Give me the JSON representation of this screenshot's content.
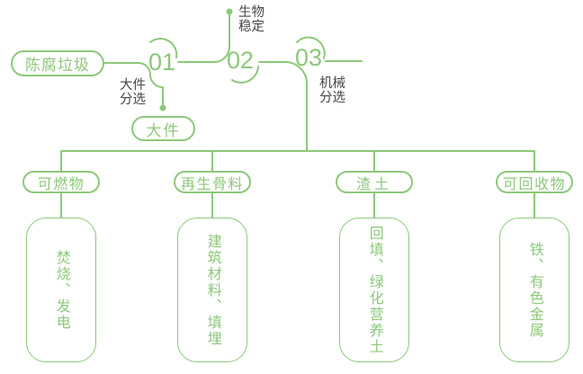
{
  "colors": {
    "accent": "#8CC87A",
    "label_text": "#474747",
    "background": "#FFFFFF"
  },
  "diagram": {
    "source": "陈腐垃圾",
    "steps": [
      {
        "num": "01",
        "label": "大件分选",
        "output": "大件"
      },
      {
        "num": "02",
        "label": "生物稳定"
      },
      {
        "num": "03",
        "label": "机械分选"
      }
    ],
    "branches": [
      {
        "category": "可燃物",
        "result": "焚烧、发电"
      },
      {
        "category": "再生骨料",
        "result": "建筑材料、填埋"
      },
      {
        "category": "渣土",
        "result": "回填、绿化营养土"
      },
      {
        "category": "可回收物",
        "result": "铁、有色金属"
      }
    ]
  }
}
